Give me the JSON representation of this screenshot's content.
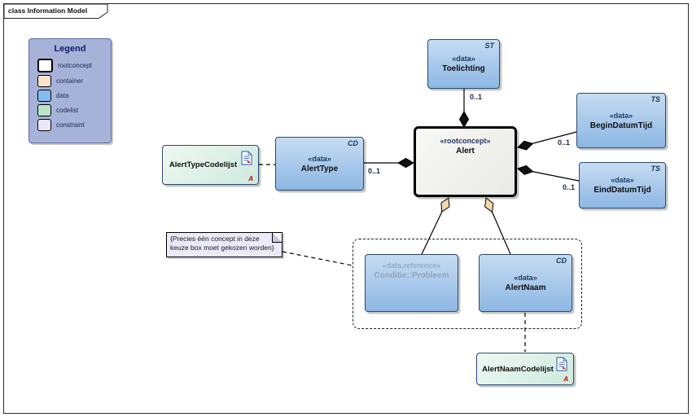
{
  "tab": {
    "label": "class Information Model"
  },
  "legend": {
    "title": "Legend",
    "items": [
      {
        "label": "rootconcept",
        "color": "#ffffff"
      },
      {
        "label": "container",
        "color": "#f8e3cd"
      },
      {
        "label": "data",
        "color": "#84bbec"
      },
      {
        "label": "codelist",
        "color": "#b9e4ca"
      },
      {
        "label": "constraint",
        "color": "#e8e8f8"
      }
    ]
  },
  "nodes": {
    "toelichting": {
      "tag": "ST",
      "stereotype": "«data»",
      "name": "Toelichting",
      "multiplicity": "0..1"
    },
    "alert": {
      "stereotype": "«rootconcept»",
      "name": "Alert"
    },
    "begindatumtijd": {
      "tag": "TS",
      "stereotype": "«data»",
      "name": "BeginDatumTijd",
      "multiplicity": "0..1"
    },
    "einddatumtijd": {
      "tag": "TS",
      "stereotype": "«data»",
      "name": "EindDatumTijd",
      "multiplicity": "0..1"
    },
    "alerttype": {
      "tag": "CD",
      "stereotype": "«data»",
      "name": "AlertType",
      "multiplicity": "0..1"
    },
    "alerttypecodelijst": {
      "name": "AlertTypeCodelijst",
      "marker": "A"
    },
    "conditie_probleem": {
      "stereotype": "«data,reference»",
      "name": "Conditie::Probleem"
    },
    "alertnaam": {
      "tag": "CD",
      "stereotype": "«data»",
      "name": "AlertNaam"
    },
    "alertnaamcodelijst": {
      "name": "AlertNaamCodelijst",
      "marker": "A"
    }
  },
  "note": {
    "text": "{Precies één concept in deze keuze box moet gekozen worden}"
  },
  "colors": {
    "data_fill_top": "#c6dcf2",
    "data_fill_bottom": "#8db7e4",
    "codelist_fill": "#cdeadd",
    "constraint_fill": "#e8e8f8",
    "container_fill": "#f8e3cd",
    "rootconcept_fill": "#f2f2ef",
    "legend_background": "#a6b2d8",
    "composition_diamond": "#111111",
    "aggregation_diamond": "#f1d8a8",
    "marker_red": "#c00000"
  }
}
